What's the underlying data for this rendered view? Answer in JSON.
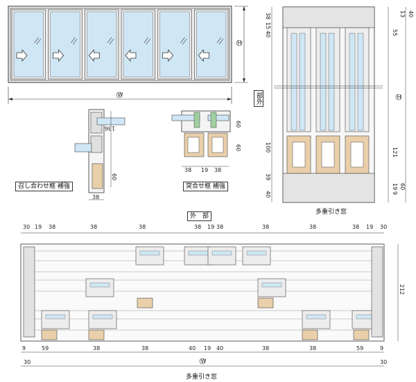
{
  "elevation": {
    "panel_count": 6,
    "arrows": [
      "right",
      "right",
      "left",
      "left",
      "right",
      "left"
    ],
    "width_symbol": "W",
    "height_symbol": "H",
    "glass_color": "#cfe6f5"
  },
  "sections": {
    "meeting_rail_label": "召し合わせ框 補強",
    "interlock_label": "突合せ框 補強",
    "meeting_dims": [
      "136",
      "60",
      "38"
    ],
    "interlock_dims": [
      "60",
      "60",
      "38",
      "19",
      "38"
    ]
  },
  "vertical_section": {
    "outside_label": "外",
    "inside_label": "部",
    "title": "多重引き窓",
    "height_symbol": "H",
    "left_dims": [
      "38",
      "15",
      "40",
      "100",
      "39",
      "40"
    ],
    "right_dims": [
      "13",
      "40",
      "55",
      "121",
      "19",
      "9",
      "60"
    ]
  },
  "horizontal_section": {
    "outside_label": "外　部",
    "title": "多重引き窓",
    "width_symbol": "W",
    "top_dims": [
      "30",
      "19",
      "38",
      "38",
      "38",
      "38",
      "19",
      "38",
      "38",
      "38",
      "38",
      "19",
      "30"
    ],
    "bottom_dims": [
      "9",
      "30",
      "59",
      "38",
      "38",
      "40",
      "19",
      "40",
      "38",
      "38",
      "59",
      "9",
      "30"
    ],
    "right_dim": "212"
  },
  "colors": {
    "wood": "#e9cfaa",
    "line": "#333333",
    "frame": "#eaeaea",
    "glass": "#cfe6f5"
  }
}
